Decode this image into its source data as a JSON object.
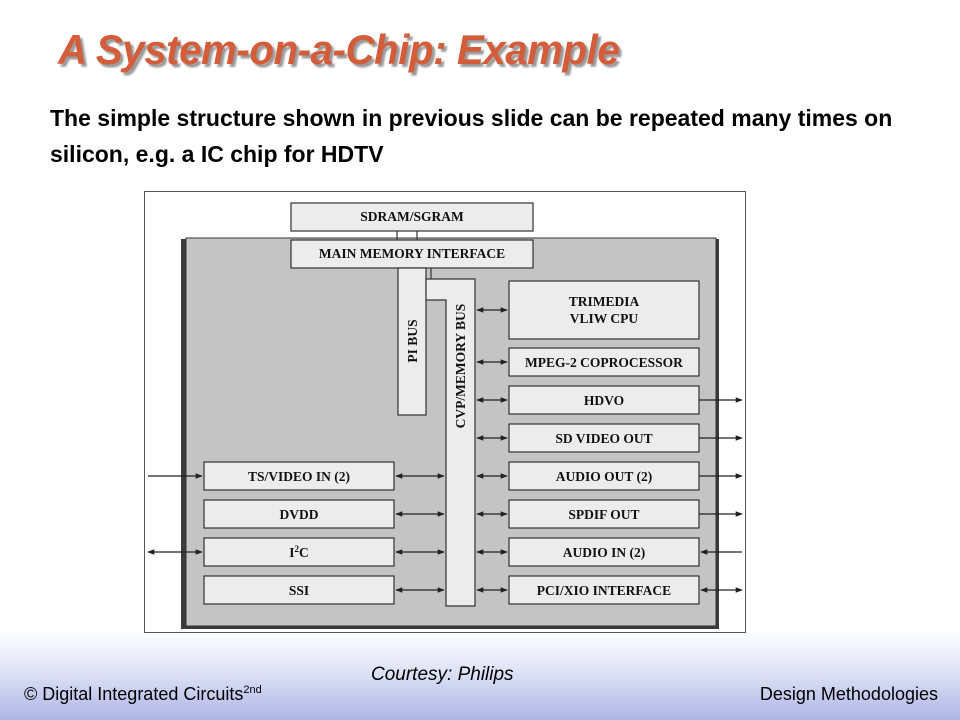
{
  "slide": {
    "title": "A System-on-a-Chip: Example",
    "subtitle": "The simple structure shown in previous slide can be repeated many times on silicon, e.g. a IC chip for HDTV",
    "courtesy": "Courtesy: Philips",
    "footer_left": "© Digital Integrated Circuits",
    "footer_left_sup": "2nd",
    "footer_right": "Design Methodologies"
  },
  "diagram": {
    "sdram": "SDRAM/SGRAM",
    "main_memory_interface": "MAIN MEMORY INTERFACE",
    "pi_bus": "PI BUS",
    "cvp_bus": "CVP/MEMORY BUS",
    "trimedia_line1": "TRIMEDIA",
    "trimedia_line2": "VLIW CPU",
    "mpeg2": "MPEG-2 COPROCESSOR",
    "hdvo": "HDVO",
    "sd_video_out": "SD VIDEO OUT",
    "audio_out": "AUDIO OUT (2)",
    "spdif_out": "SPDIF OUT",
    "audio_in": "AUDIO IN (2)",
    "pci_xio": "PCI/XIO INTERFACE",
    "ts_video_in": "TS/VIDEO IN (2)",
    "dvdd": "DVDD",
    "i2c_prefix": "I",
    "i2c_sup": "2",
    "i2c_suffix": "C",
    "ssi": "SSI"
  },
  "colors": {
    "title": "#d35c3a",
    "chip_fill": "#c4c4c4",
    "block_fill": "#ececec",
    "footer_gradient_end": "#aeb5e6"
  }
}
